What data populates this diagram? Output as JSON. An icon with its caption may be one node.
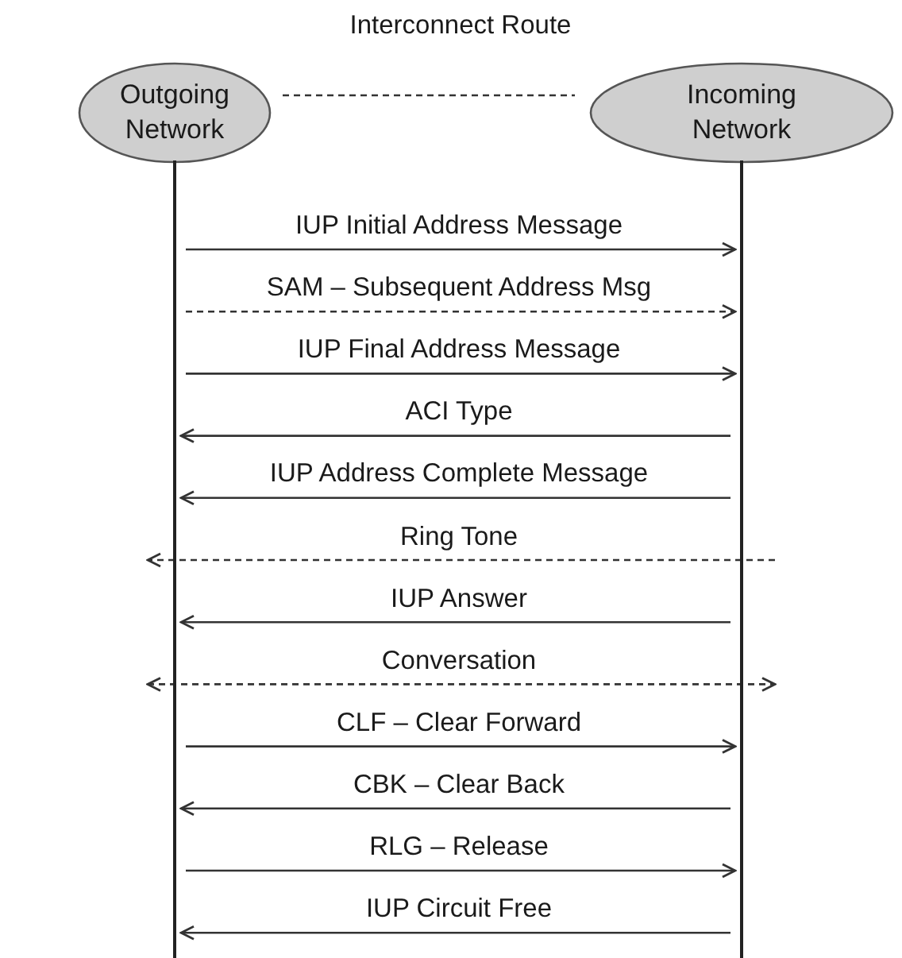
{
  "diagram": {
    "nodes": [
      {
        "text": [
          "Outgoing Network"
        ]
      },
      {
        "text": [
          "Incoming Network"
        ]
      },
      {
        "text": [],
        "shape": "bar"
      },
      {
        "text": [],
        "shape": "bar"
      }
    ],
    "edges": [
      {
        "from": 0,
        "to": 1,
        "arrow": "none",
        "style": "dashed",
        "label": "Interconnect Route"
      },
      {
        "from": 2,
        "to": 3,
        "arrow": "to",
        "label": "IUP Initial Address Message"
      },
      {
        "from": 2,
        "to": 3,
        "arrow": "to",
        "style": "dashed",
        "label": "SAM – Subsequent  Address Msg"
      },
      {
        "from": 2,
        "to": 3,
        "arrow": "to",
        "label": "IUP Final Address Message"
      },
      {
        "from": 3,
        "to": 2,
        "arrow": "to",
        "label": "ACI Type"
      },
      {
        "from": 3,
        "to": 2,
        "arrow": "to",
        "label": "IUP Address Complete Message"
      },
      {
        "from": 3,
        "to": 2,
        "arrow": "to",
        "style": "dashed",
        "label": "Ring Tone"
      },
      {
        "from": 3,
        "to": 2,
        "arrow": "to",
        "label": "IUP Answer"
      },
      {
        "from": 2,
        "to": 3,
        "arrow": "both",
        "style": "dashed",
        "label": "Conversation"
      },
      {
        "from": 2,
        "to": 3,
        "arrow": "to",
        "label": "CLF – Clear Forward"
      },
      {
        "from": 3,
        "to": 2,
        "arrow": "to",
        "label": "CBK – Clear Back"
      },
      {
        "from": 2,
        "to": 3,
        "arrow": "to",
        "label": "RLG – Release"
      },
      {
        "from": 3,
        "to": 2,
        "arrow": "to",
        "label": "IUP Circuit Free"
      }
    ]
  }
}
